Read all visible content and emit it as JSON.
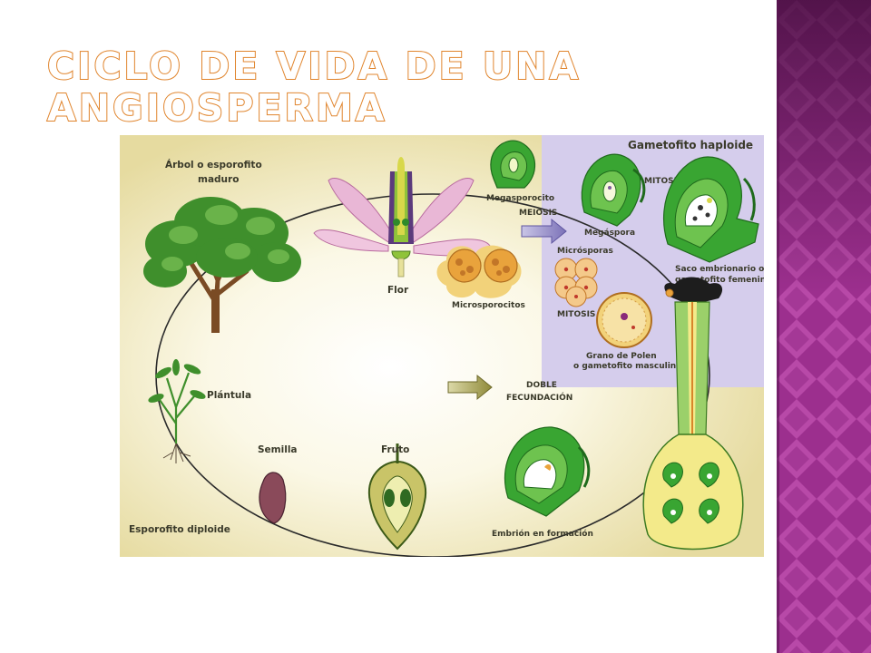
{
  "slide": {
    "title_line1": "CICLO DE VIDA DE UNA",
    "title_line2": "ANGIOSPERMA"
  },
  "diagram": {
    "labels": {
      "arbol_line1": "Árbol o esporofito",
      "arbol_line2": "maduro",
      "flor": "Flor",
      "megasporocito": "Megasporocito",
      "meiosis": "MEIOSIS",
      "megaspora": "Megáspora",
      "mitosis_top": "MITOSIS",
      "gametofito_haploide": "Gametofito haploide",
      "microsporas": "Micrósporas",
      "microsporocitos": "Microsporocitos",
      "saco_line1": "Saco embrionario o",
      "saco_line2": "gametofito femenino",
      "mitosis_mid": "MITOSIS",
      "polen_line1": "Grano de Polen",
      "polen_line2": "o gametofito masculino",
      "doble": "DOBLE",
      "fecundacion": "FECUNDACIÓN",
      "plantula": "Plántula",
      "semilla": "Semilla",
      "fruto": "Fruto",
      "embrion": "Embrión en formación",
      "esporofito_diploide": "Esporofito diploide"
    },
    "colors": {
      "background_diploid": "#e9e0a6",
      "background_haploid": "#d3cbea",
      "cycle_line": "#2b2b2b",
      "ovule_green": "#39a532",
      "pollen_orange": "#e9a33c",
      "slide_accent": "#e0842c",
      "side_bar": "#a8399a"
    }
  }
}
